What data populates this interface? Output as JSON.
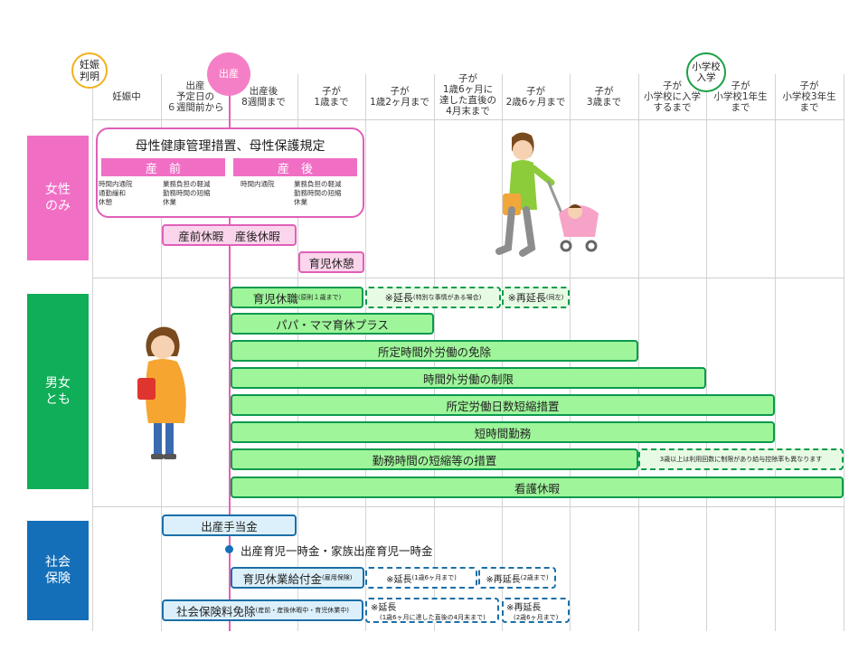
{
  "header": {
    "pregnancy_badge": "妊娠\n判明",
    "birth_badge": "出産",
    "school_badge": "小学校\n入学",
    "columns": [
      "妊娠中",
      "出産\n予定日の\n６週間前から",
      "出産後\n8週間まで",
      "子が\n1歳まで",
      "子が\n1歳2ヶ月まで",
      "子が\n1歳6ヶ月に\n達した直後の\n4月末まで",
      "子が\n2歳6ヶ月まで",
      "子が\n3歳まで",
      "子が\n小学校に入学\nするまで",
      "子が\n小学校1年生\nまで",
      "子が\n小学校3年生\nまで"
    ]
  },
  "categories": {
    "women": "女性\nのみ",
    "both": "男女\nとも",
    "insurance": "社会\n保険"
  },
  "women_section": {
    "maternal_title": "母性健康管理措置、母性保護規定",
    "prenatal_label": "産　前",
    "postnatal_label": "産　後",
    "prenatal_left_note": "時間内通院\n通勤緩和\n休憩",
    "prenatal_right_note": "業務負担の軽減\n勤務時間の短縮\n休業",
    "postnatal_left_note": "時間内通院",
    "postnatal_right_note": "業務負担の軽減\n勤務時間の短縮\n休業",
    "maternity_leave": "産前休暇　産後休暇",
    "childcare_time": "育児休憩"
  },
  "both_section": {
    "childcare_leave": "育児休職",
    "childcare_leave_note": "(原則１歳まで)",
    "extension": "※延長",
    "extension_note": "(特別な事情がある場合)",
    "re_extension": "※再延長",
    "re_extension_note": "(同左)",
    "papa_mama": "パパ・ママ育休プラス",
    "overtime_exempt": "所定時間外労働の免除",
    "overtime_limit": "時間外労働の制限",
    "workday_reduction": "所定労働日数短縮措置",
    "short_hours": "短時間勤務",
    "hours_reduction": "勤務時間の短縮等の措置",
    "hours_reduction_note": "3歳以上は利用回数に制限があり給与控除率も異なります",
    "nursing_leave": "看護休暇"
  },
  "insurance_section": {
    "maternity_allowance": "出産手当金",
    "lump_sum": "出産育児一時金・家族出産育児一時金",
    "childcare_benefit": "育児休業給付金",
    "childcare_benefit_note": "(雇用保険)",
    "benefit_extension": "※延長",
    "benefit_extension_note": "(1歳6ヶ月まで)",
    "benefit_re_extension": "※再延長",
    "benefit_re_extension_note": "(2歳まで)",
    "premium_exemption": "社会保険料免除",
    "premium_exemption_note": "(産前・産後休暇中・育児休業中)",
    "premium_extension": "※延長",
    "premium_extension_note": "(1歳6ヶ月に達した直後の4月末まで)",
    "premium_re_extension": "※再延長",
    "premium_re_extension_note": "(2歳6ヶ月まで)"
  },
  "colors": {
    "pink": "#e85fb4",
    "green": "#10ae58",
    "blue": "#146fb8"
  }
}
